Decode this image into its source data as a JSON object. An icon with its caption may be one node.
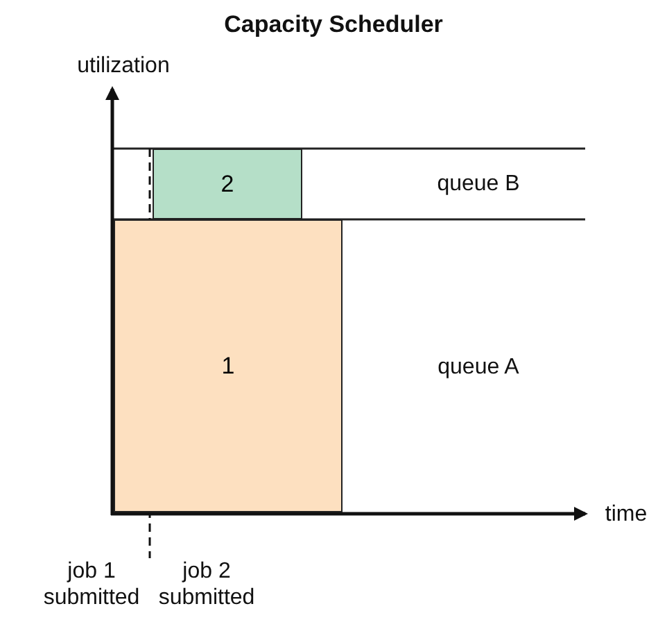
{
  "diagram": {
    "title": "Capacity Scheduler",
    "nodes": [
      {
        "text": [
          "2"
        ]
      },
      {
        "text": [
          "1"
        ]
      }
    ],
    "labels": [
      "utilization",
      "queue B",
      "queue A",
      "time",
      "job 1 submitted",
      "job 2 submitted"
    ]
  }
}
